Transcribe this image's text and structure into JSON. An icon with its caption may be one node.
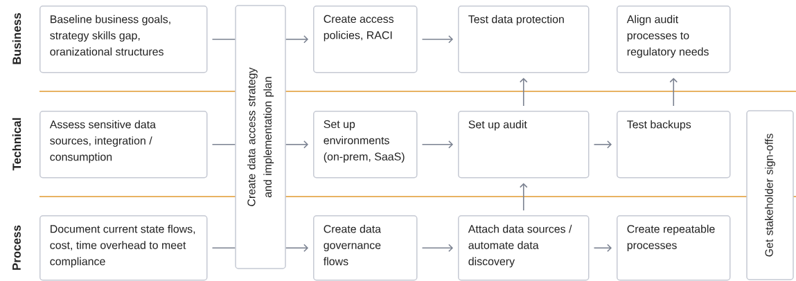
{
  "diagram": {
    "nodes": [
      {
        "text": [
          "Baseline business goals, strategy skills gap, oranizational structures"
        ]
      },
      {
        "text": [
          "Assess sensitive data sources, integration / consumption"
        ]
      },
      {
        "text": [
          "Document current state flows, cost, time overhead to meet compliance"
        ]
      },
      {
        "text": [
          "Create data access strategy and implementation plan"
        ]
      },
      {
        "text": [
          "Create access policies, RACI"
        ]
      },
      {
        "text": [
          "Set up environments (on-prem, SaaS)"
        ]
      },
      {
        "text": [
          "Create data governance flows"
        ]
      },
      {
        "text": [
          "Test data protection"
        ]
      },
      {
        "text": [
          "Set up audit"
        ]
      },
      {
        "text": [
          "Attach data sources / automate data discovery"
        ]
      },
      {
        "text": [
          "Align audit processes to regulatory needs"
        ]
      },
      {
        "text": [
          "Test backups"
        ]
      },
      {
        "text": [
          "Create repeatable processes"
        ]
      },
      {
        "text": [
          "Get stakeholder sign-offs"
        ]
      }
    ],
    "edges": [
      {
        "from": 0,
        "to": 3,
        "arrow": "none"
      },
      {
        "from": 1,
        "to": 3,
        "arrow": "none"
      },
      {
        "from": 2,
        "to": 3,
        "arrow": "none"
      },
      {
        "from": 3,
        "to": 4,
        "arrow": "to"
      },
      {
        "from": 3,
        "to": 5,
        "arrow": "to"
      },
      {
        "from": 3,
        "to": 6,
        "arrow": "to"
      },
      {
        "from": 4,
        "to": 7,
        "arrow": "to"
      },
      {
        "from": 5,
        "to": 8,
        "arrow": "to"
      },
      {
        "from": 6,
        "to": 9,
        "arrow": "to"
      },
      {
        "from": 8,
        "to": 7,
        "arrow": "to"
      },
      {
        "from": 9,
        "to": 8,
        "arrow": "to"
      },
      {
        "from": 8,
        "to": 11,
        "arrow": "to"
      },
      {
        "from": 9,
        "to": 12,
        "arrow": "to"
      },
      {
        "from": 11,
        "to": 10,
        "arrow": "to"
      }
    ],
    "labels": [
      "Business",
      "Technical",
      "Process"
    ]
  }
}
